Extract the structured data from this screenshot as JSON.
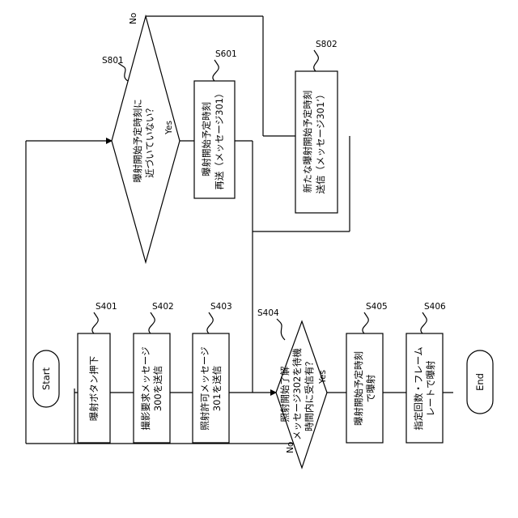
{
  "diagram": {
    "start": "Start",
    "end": "End",
    "yes": "Yes",
    "no": "No",
    "s401": {
      "label": "S401",
      "text": "曝射ボタン押下"
    },
    "s402": {
      "label": "S402",
      "line1": "撮影要求メッセージ",
      "line2": "300を送信"
    },
    "s403": {
      "label": "S403",
      "line1": "照射許可メッセージ",
      "line2": "301を送信"
    },
    "s404": {
      "label": "S404",
      "line1": "照射開始了解",
      "line2": "メッセージ302を待機",
      "line3": "時間内に受信有？"
    },
    "s405": {
      "label": "S405",
      "line1": "曝射開始予定時刻",
      "line2": "で曝射"
    },
    "s406": {
      "label": "S406",
      "line1": "指定回数・フレーム",
      "line2": "レートで曝射"
    },
    "s801": {
      "label": "S801",
      "line1": "曝射開始予定時刻に",
      "line2": "近づいていない？"
    },
    "s601": {
      "label": "S601",
      "line1": "曝射開始予定時刻",
      "line2": "再送（メッセージ301）"
    },
    "s802": {
      "label": "S802",
      "line1": "新たな曝射開始予定時刻",
      "line2": "送信（メッセージ301’）"
    }
  }
}
